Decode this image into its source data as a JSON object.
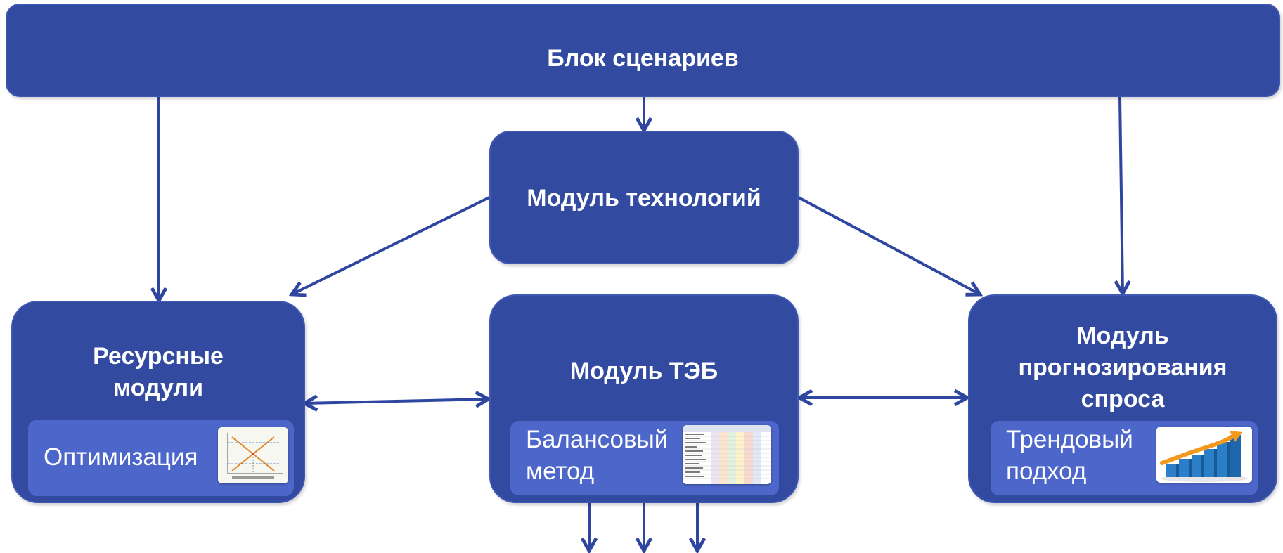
{
  "scenario_block": {
    "title": "Блок сценариев"
  },
  "tech_module": {
    "title": "Модуль технологий"
  },
  "resource_modules": {
    "title_line1": "Ресурсные",
    "title_line2": "модули",
    "method": "Оптимизация"
  },
  "teb_module": {
    "title": "Модуль ТЭБ",
    "method_line1": "Балансовый",
    "method_line2": "метод"
  },
  "demand_module": {
    "title_line1": "Модуль",
    "title_line2": "прогнозирования",
    "title_line3": "спроса",
    "method_line1": "Трендовый",
    "method_line2": "подход"
  },
  "colors": {
    "box_fill": "#324a9f",
    "sub_fill": "#4d66c9",
    "arrow": "#2f46a0"
  },
  "icons": {
    "optimization": "supply-demand-chart-icon",
    "balance": "spreadsheet-table-icon",
    "trend": "growth-bar-chart-icon"
  }
}
